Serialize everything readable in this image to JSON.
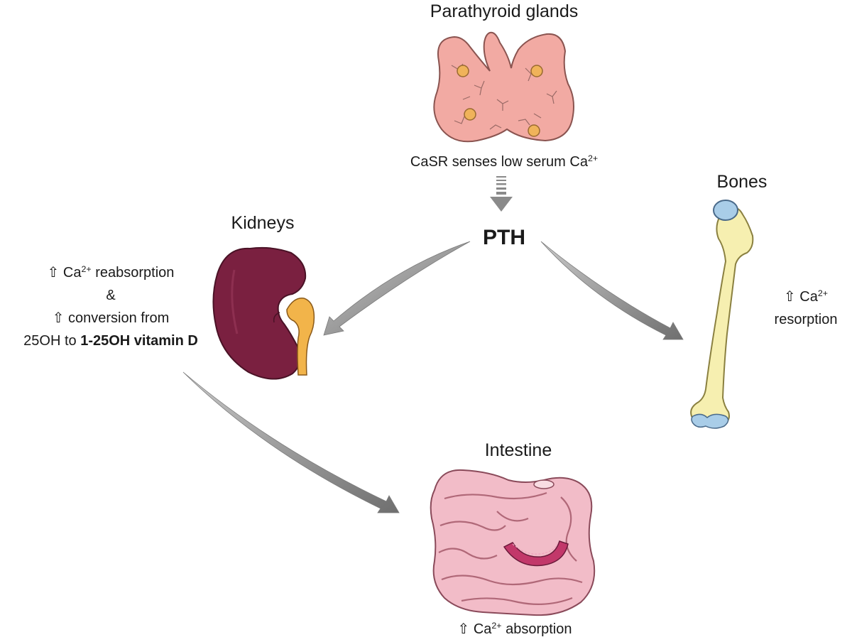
{
  "organs": {
    "parathyroid": {
      "title": "Parathyroid glands",
      "note_prefix": "CaSR senses low serum Ca",
      "note_sup": "2+",
      "fill": "#f2aaa3",
      "nodule_fill": "#f0b35a"
    },
    "hormone": {
      "label": "PTH"
    },
    "kidneys": {
      "title": "Kidneys",
      "up_arrow": "⇧",
      "line1_pre": "Ca",
      "line1_sup": "2+",
      "line1_post": " reabsorption",
      "line2": "&",
      "line3": "conversion from",
      "line4_pre": "25OH to ",
      "line4_bold": "1-25OH vitamin D",
      "fill": "#7a2040",
      "ureter_fill": "#f2b44a"
    },
    "bones": {
      "title": "Bones",
      "up_arrow": "⇧",
      "ion": "Ca",
      "ion_sup": "2+",
      "effect": "resorption",
      "shaft_fill": "#f6efb0",
      "cartilage_fill": "#a9cde8"
    },
    "intestine": {
      "title": "Intestine",
      "up_arrow": "⇧",
      "ion": "Ca",
      "ion_sup": "2+",
      "effect": "absorption",
      "fill": "#f2bcc8",
      "inner_fill": "#c2386a"
    }
  },
  "arrows": {
    "color": "#8a8a8a"
  }
}
